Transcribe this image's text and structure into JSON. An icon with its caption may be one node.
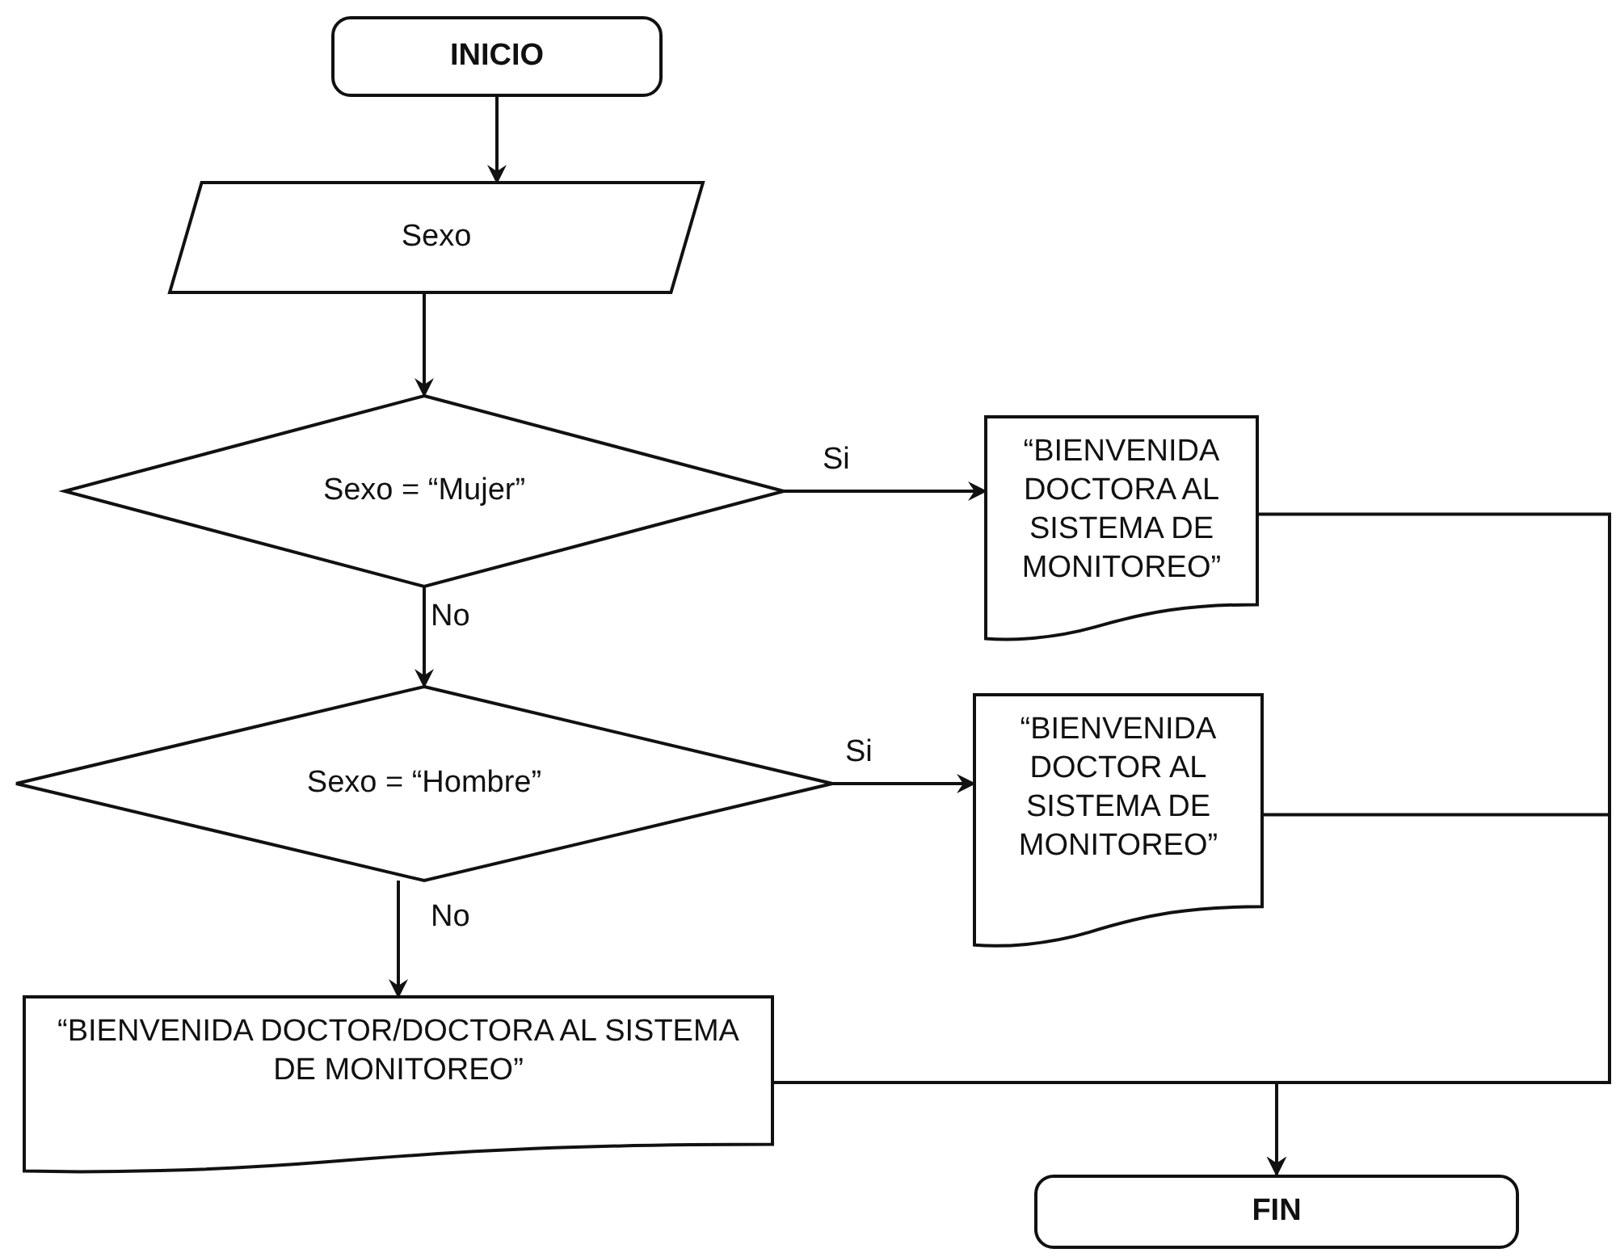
{
  "diagram": {
    "nodes": [
      {
        "text": [
          "INICIO"
        ]
      },
      {
        "text": [
          "Sexo"
        ]
      },
      {
        "text": [
          "Sexo = “Mujer”"
        ]
      },
      {
        "text": [
          "“BIENVENIDA DOCTORA AL SISTEMA DE MONITOREO”"
        ]
      },
      {
        "text": [
          "Sexo = “Hombre”"
        ]
      },
      {
        "text": [
          "“BIENVENIDA DOCTOR AL SISTEMA DE MONITOREO”"
        ]
      },
      {
        "text": [
          "“BIENVENIDA DOCTOR/DOCTORA AL SISTEMA DE MONITOREO”"
        ]
      },
      {
        "text": [
          "FIN"
        ]
      }
    ],
    "edges": [
      {
        "from": 0,
        "to": 1,
        "arrow": "to"
      },
      {
        "from": 1,
        "to": 2,
        "arrow": "to"
      },
      {
        "from": 2,
        "to": 3,
        "arrow": "to",
        "label": "Si"
      },
      {
        "from": 2,
        "to": 4,
        "arrow": "to",
        "label": "No"
      },
      {
        "from": 4,
        "to": 5,
        "arrow": "to",
        "label": "Si"
      },
      {
        "from": 4,
        "to": 6,
        "arrow": "to",
        "label": "No"
      },
      {
        "from": 3,
        "to": 7,
        "arrow": "to"
      },
      {
        "from": 5,
        "to": 7,
        "arrow": "to"
      },
      {
        "from": 6,
        "to": 7,
        "arrow": "to"
      }
    ]
  }
}
